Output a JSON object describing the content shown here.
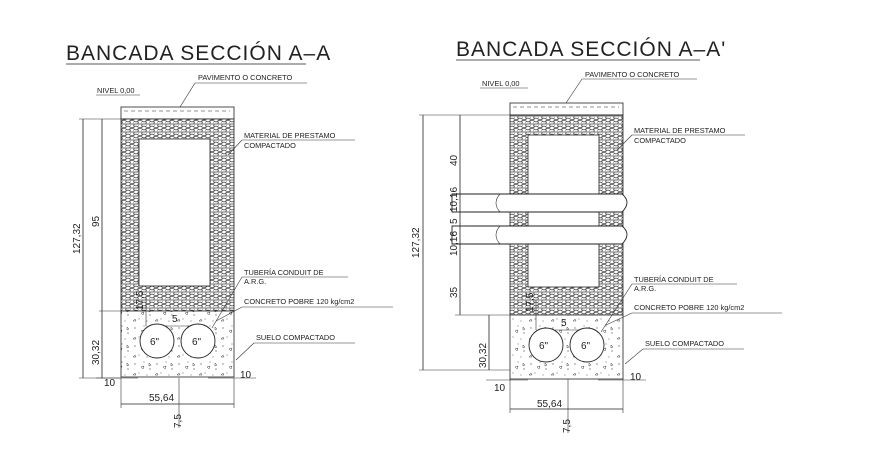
{
  "left": {
    "title": "BANCADA  SECCIÓN  A–A",
    "nivel": "NIVEL 0,00",
    "pavimento": "PAVIMENTO O CONCRETO",
    "material_1": "MATERIAL DE PRESTAMO",
    "material_2": "COMPACTADO",
    "tuberia_1": "TUBERÍA CONDUIT DE",
    "tuberia_2": "A.R.G.",
    "concreto": "CONCRETO POBRE 120 kg/cm2",
    "suelo": "SUELO COMPACTADO",
    "pipe_a": "6\"",
    "pipe_b": "6\"",
    "dim_total": "127,32",
    "dim_95": "95",
    "dim_175": "17,5",
    "dim_5": "5",
    "dim_3032": "30,32",
    "dim_10a": "10",
    "dim_10b": "10",
    "dim_width": "55,64",
    "dim_75": "7,5"
  },
  "right": {
    "title": "BANCADA  SECCIÓN  A–A'",
    "nivel": "NIVEL 0,00",
    "pavimento": "PAVIMENTO O CONCRETO",
    "material_1": "MATERIAL DE PRESTAMO",
    "material_2": "COMPACTADO",
    "tuberia_1": "TUBERÍA CONDUIT DE",
    "tuberia_2": "A.R.G.",
    "concreto": "CONCRETO POBRE 120 kg/cm2",
    "suelo": "SUELO COMPACTADO",
    "pipe_a": "6\"",
    "pipe_b": "6\"",
    "dim_total": "127,32",
    "dim_40": "40",
    "dim_1016a": "10,16",
    "dim_5": "5",
    "dim_1016b": "10,16",
    "dim_35": "35",
    "dim_175": "17,5",
    "dim_5b": "5",
    "dim_3032": "30,32",
    "dim_10a": "10",
    "dim_10b": "10",
    "dim_width": "55,64",
    "dim_75": "7,5"
  }
}
